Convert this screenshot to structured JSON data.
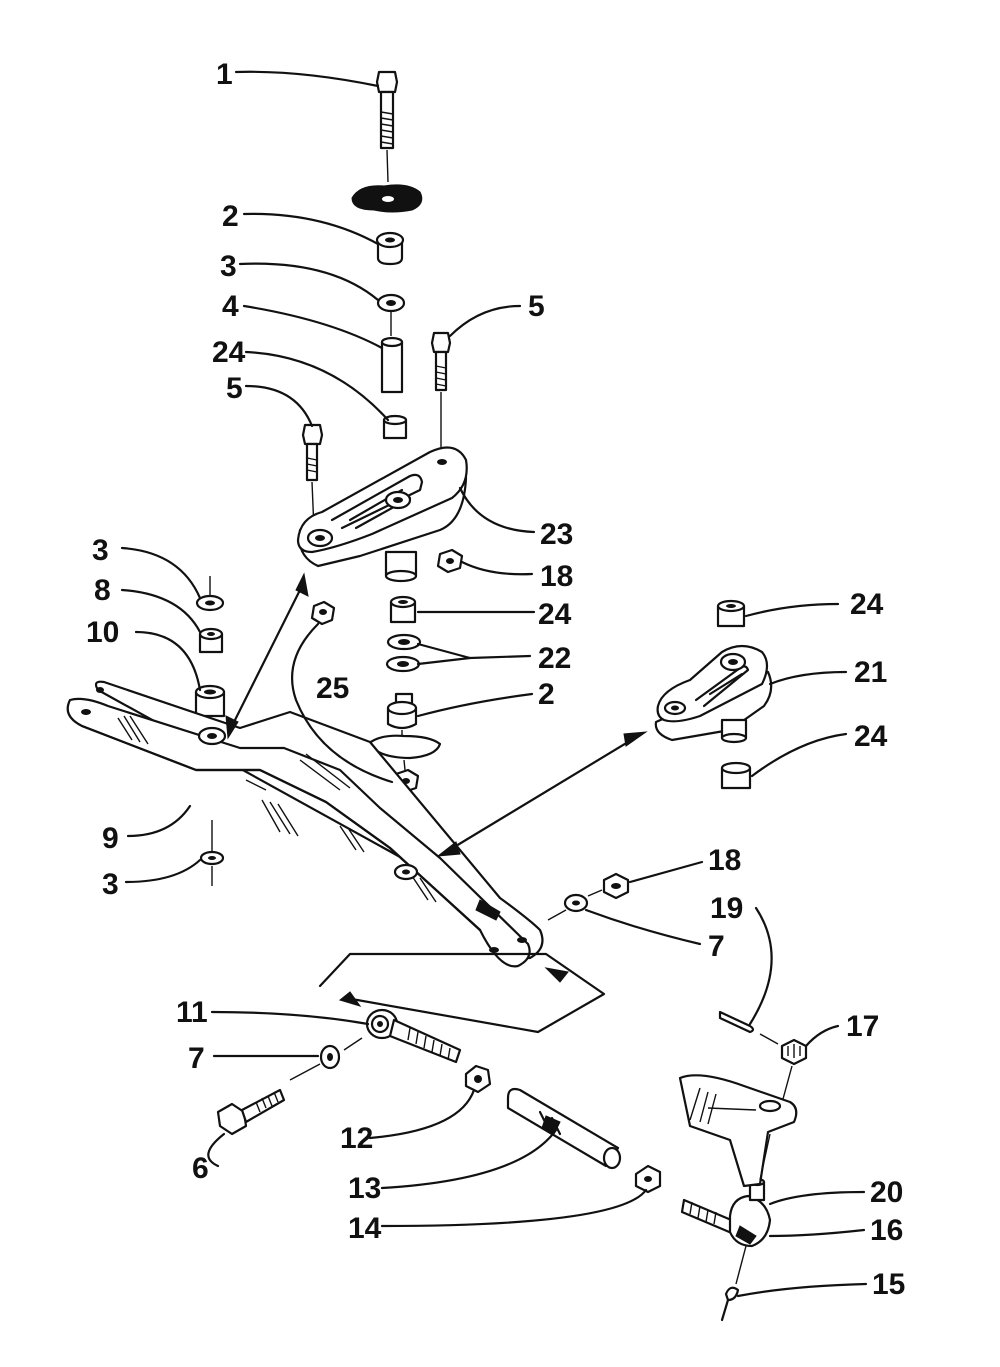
{
  "diagram": {
    "callouts": [
      {
        "id": "c1",
        "text": "1"
      },
      {
        "id": "c2a",
        "text": "2"
      },
      {
        "id": "c3a",
        "text": "3"
      },
      {
        "id": "c4",
        "text": "4"
      },
      {
        "id": "c5a",
        "text": "5"
      },
      {
        "id": "c24a",
        "text": "24"
      },
      {
        "id": "c5b",
        "text": "5"
      },
      {
        "id": "c23",
        "text": "23"
      },
      {
        "id": "c18a",
        "text": "18"
      },
      {
        "id": "c3b",
        "text": "3"
      },
      {
        "id": "c8",
        "text": "8"
      },
      {
        "id": "c10",
        "text": "10"
      },
      {
        "id": "c24b",
        "text": "24"
      },
      {
        "id": "c22",
        "text": "22"
      },
      {
        "id": "c25",
        "text": "25"
      },
      {
        "id": "c2b",
        "text": "2"
      },
      {
        "id": "c24c",
        "text": "24"
      },
      {
        "id": "c21",
        "text": "21"
      },
      {
        "id": "c24d",
        "text": "24"
      },
      {
        "id": "c9",
        "text": "9"
      },
      {
        "id": "c3c",
        "text": "3"
      },
      {
        "id": "c18b",
        "text": "18"
      },
      {
        "id": "c19",
        "text": "19"
      },
      {
        "id": "c7a",
        "text": "7"
      },
      {
        "id": "c11",
        "text": "11"
      },
      {
        "id": "c17",
        "text": "17"
      },
      {
        "id": "c7b",
        "text": "7"
      },
      {
        "id": "c12",
        "text": "12"
      },
      {
        "id": "c6",
        "text": "6"
      },
      {
        "id": "c13",
        "text": "13"
      },
      {
        "id": "c20",
        "text": "20"
      },
      {
        "id": "c14",
        "text": "14"
      },
      {
        "id": "c16",
        "text": "16"
      },
      {
        "id": "c15",
        "text": "15"
      }
    ]
  }
}
